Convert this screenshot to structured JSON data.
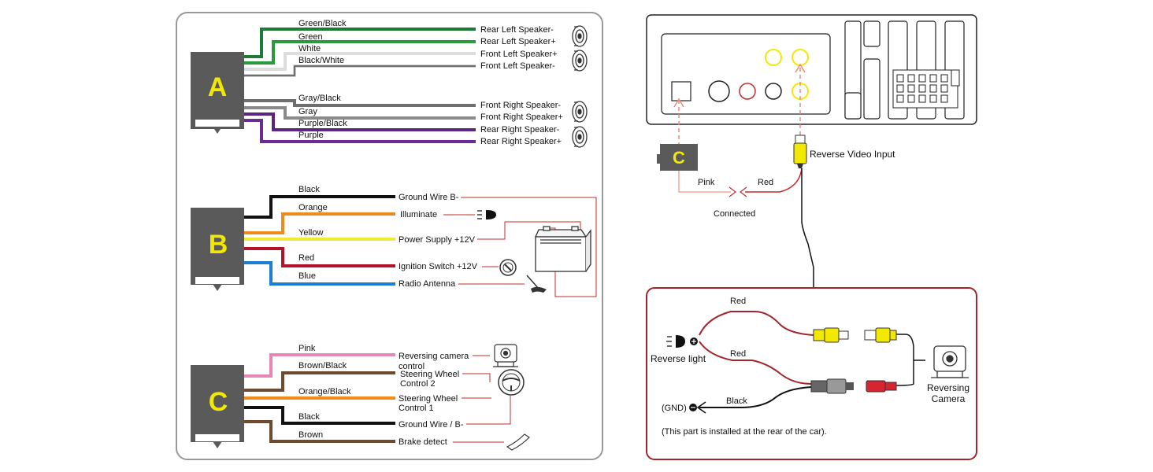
{
  "colors": {
    "connector": "#5a5a5a",
    "panel_border": "#999999",
    "rear_border": "#a3252b",
    "lead_line": "#c42b2b",
    "yellow": "#f2e800"
  },
  "connectors": {
    "a": "A",
    "b": "B",
    "c": "C"
  },
  "harness_a": {
    "wires": [
      {
        "name": "Green/Black",
        "color": "#1e7a36",
        "terminal": "Rear Left Speaker-"
      },
      {
        "name": "Green",
        "color": "#2a9a3c",
        "terminal": "Rear Left Speaker+"
      },
      {
        "name": "White",
        "color": "#dcdcdc",
        "terminal": "Front Left Speaker+"
      },
      {
        "name": "Black/White",
        "color": "#cfcfcf",
        "terminal": "Front Left Speaker-"
      },
      {
        "name": "Gray/Black",
        "color": "#6e6e6e",
        "terminal": "Front Right Speaker-"
      },
      {
        "name": "Gray",
        "color": "#8a8a8a",
        "terminal": "Front Right Speaker+"
      },
      {
        "name": "Purple/Black",
        "color": "#5b2580",
        "terminal": "Rear Right Speaker-"
      },
      {
        "name": "Purple",
        "color": "#6a2c91",
        "terminal": "Rear Right Speaker+"
      }
    ]
  },
  "harness_b": {
    "wires": [
      {
        "name": "Black",
        "color": "#111111",
        "terminal": "Ground Wire B-"
      },
      {
        "name": "Orange",
        "color": "#ef8a1c",
        "terminal": "Illuminate"
      },
      {
        "name": "Yellow",
        "color": "#f5e63a",
        "terminal": "Power Supply +12V"
      },
      {
        "name": "Red",
        "color": "#b3122b",
        "terminal": "Ignition Switch +12V"
      },
      {
        "name": "Blue",
        "color": "#1a7fd0",
        "terminal": "Radio Antenna"
      }
    ]
  },
  "harness_c": {
    "wires": [
      {
        "name": "Pink",
        "color": "#e887b6",
        "terminal": "Reversing camera",
        "terminal2": "control"
      },
      {
        "name": "Brown/Black",
        "color": "#6b4a2e",
        "terminal": "Steering Wheel",
        "terminal2": "Control 2"
      },
      {
        "name": "Orange/Black",
        "color": "#ef8a1c",
        "terminal": "Steering Wheel",
        "terminal2": "Control 1"
      },
      {
        "name": "Black",
        "color": "#111111",
        "terminal": "Ground Wire / B-"
      },
      {
        "name": "Brown",
        "color": "#6b4a2e",
        "terminal": "Brake detect"
      }
    ]
  },
  "unit": {
    "connector_c": "C",
    "pink": "Pink",
    "red": "Red",
    "connected": "Connected",
    "reverse_video_input": "Reverse Video Input"
  },
  "rear": {
    "red_top": "Red",
    "red_mid": "Red",
    "black": "Black",
    "reverse_light": "Reverse light",
    "gnd": "(GND)",
    "reversing_camera_1": "Reversing",
    "reversing_camera_2": "Camera",
    "note": "(This part is installed at the rear of the car)."
  }
}
